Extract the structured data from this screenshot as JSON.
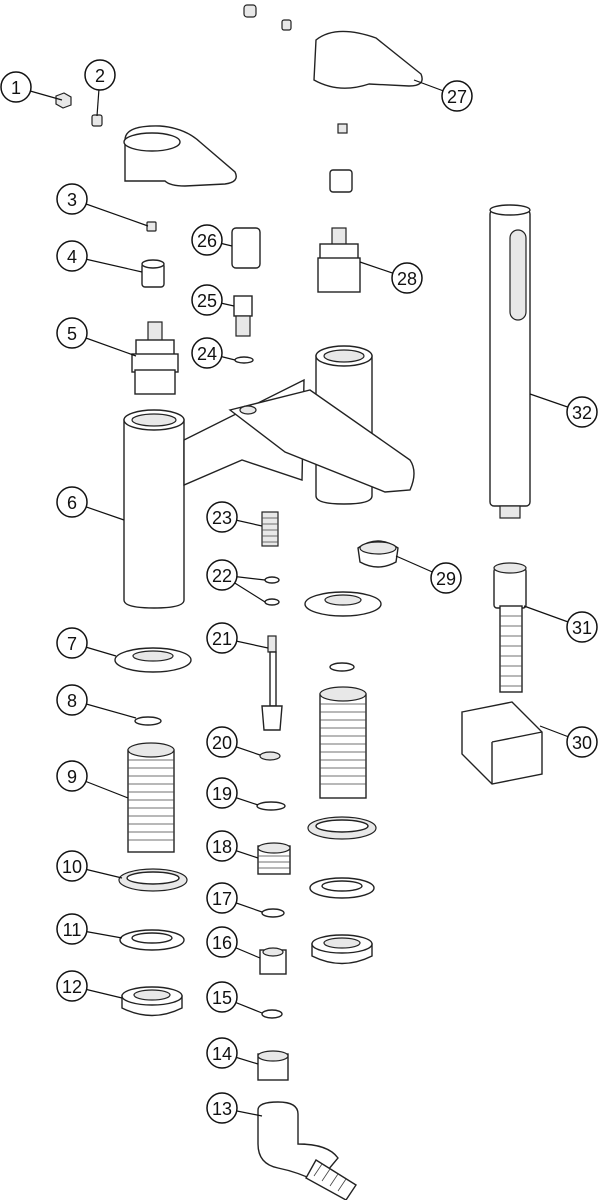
{
  "diagram": {
    "title": "",
    "callouts": [
      "1",
      "2",
      "3",
      "4",
      "5",
      "6",
      "7",
      "8",
      "9",
      "10",
      "11",
      "12",
      "13",
      "14",
      "15",
      "16",
      "17",
      "18",
      "19",
      "20",
      "21",
      "22",
      "23",
      "24",
      "25",
      "26",
      "27",
      "28",
      "29",
      "30",
      "31",
      "32"
    ]
  }
}
